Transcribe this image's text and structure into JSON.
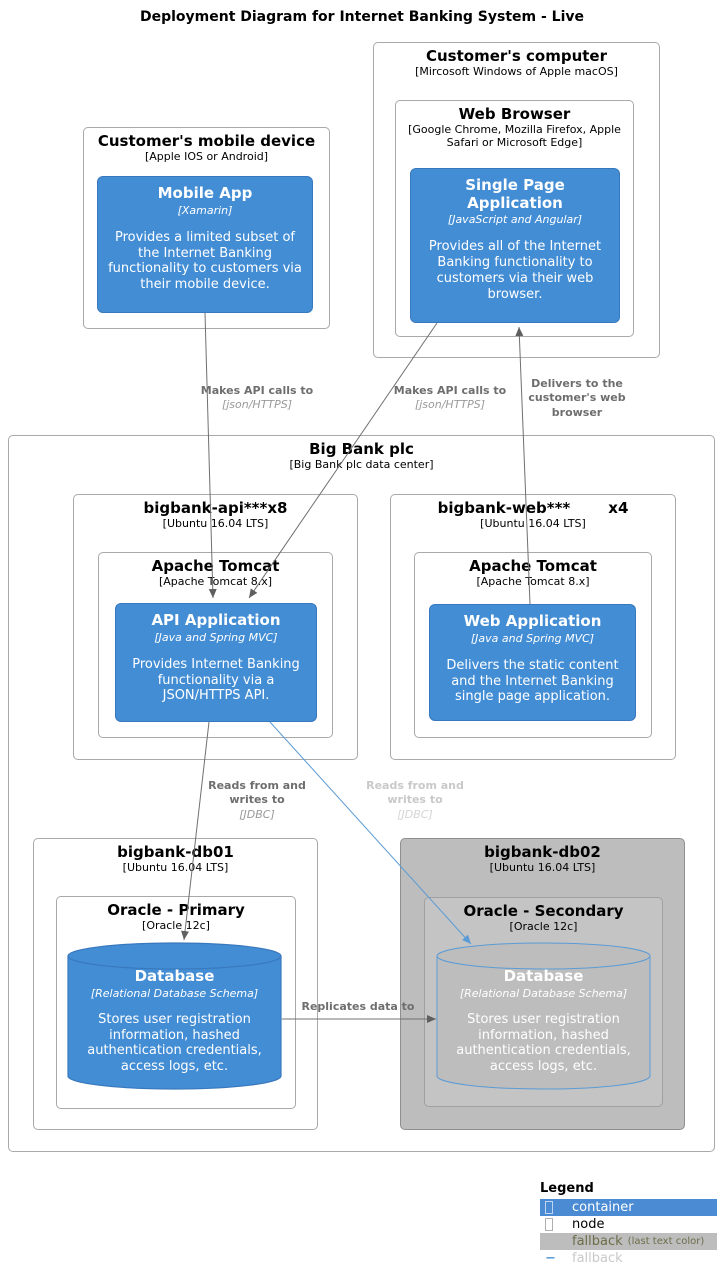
{
  "title": "Deployment Diagram for Internet Banking System - Live",
  "colors": {
    "container_blue": "#438dd5",
    "container_border": "#3878bd",
    "node_gray": "#bdbdbd",
    "line_gray": "#707070",
    "line_blue": "#5b9bd5",
    "faded_text": "#c9c9c9",
    "legend_fallback_text": "#6d6d49"
  },
  "nodes": {
    "customer_computer": {
      "title": "Customer's computer",
      "tech": "[Mircosoft Windows of Apple macOS]"
    },
    "web_browser": {
      "title": "Web Browser",
      "tech": "[Google Chrome, Mozilla Firefox, Apple Safari or Microsoft Edge]"
    },
    "mobile_device": {
      "title": "Customer's mobile device",
      "tech": "[Apple IOS or Android]"
    },
    "big_bank": {
      "title": "Big Bank plc",
      "tech": "[Big Bank plc data center]"
    },
    "api_node": {
      "title": "bigbank-api***x8",
      "tech": "[Ubuntu 16.04 LTS]"
    },
    "api_tomcat": {
      "title": "Apache Tomcat",
      "tech": "[Apache Tomcat 8.x]"
    },
    "web_node": {
      "title": "bigbank-web***",
      "count": "x4",
      "tech": "[Ubuntu 16.04 LTS]"
    },
    "web_tomcat": {
      "title": "Apache Tomcat",
      "tech": "[Apache Tomcat 8.x]"
    },
    "db01_node": {
      "title": "bigbank-db01",
      "tech": "[Ubuntu 16.04 LTS]"
    },
    "oracle_primary": {
      "title": "Oracle - Primary",
      "tech": "[Oracle 12c]"
    },
    "db02_node": {
      "title": "bigbank-db02",
      "tech": "[Ubuntu 16.04 LTS]"
    },
    "oracle_secondary": {
      "title": "Oracle - Secondary",
      "tech": "[Oracle 12c]"
    }
  },
  "containers": {
    "mobile_app": {
      "title": "Mobile App",
      "tech": "[Xamarin]",
      "description": "Provides a limited subset of the Internet Banking functionality to customers via their mobile device."
    },
    "spa": {
      "title": "Single Page Application",
      "tech": "[JavaScript and Angular]",
      "description": "Provides all of the Internet Banking functionality to customers via their web browser."
    },
    "api_app": {
      "title": "API Application",
      "tech": "[Java and Spring MVC]",
      "description": "Provides Internet Banking functionality via a JSON/HTTPS API."
    },
    "web_app": {
      "title": "Web Application",
      "tech": "[Java and Spring MVC]",
      "description": "Delivers the static content and the Internet Banking single page application."
    },
    "db_primary": {
      "title": "Database",
      "tech": "[Relational Database Schema]",
      "description": "Stores user registration information, hashed authentication credentials, access logs, etc."
    },
    "db_secondary": {
      "title": "Database",
      "tech": "[Relational Database Schema]",
      "description": "Stores user registration information, hashed authentication credentials, access logs, etc."
    }
  },
  "relationships": {
    "mobile_to_api": {
      "label": "Makes API calls to",
      "tech": "[json/HTTPS]"
    },
    "spa_to_api": {
      "label": "Makes API calls to",
      "tech": "[json/HTTPS]"
    },
    "web_to_spa": {
      "label": "Delivers to the customer's web browser"
    },
    "api_to_db01": {
      "label": "Reads from and writes to",
      "tech": "[JDBC]"
    },
    "api_to_db02": {
      "label": "Reads from and writes to",
      "tech": "[JDBC]"
    },
    "db01_to_db02": {
      "label": "Replicates data to"
    }
  },
  "legend": {
    "title": "Legend",
    "items": [
      {
        "label": "container"
      },
      {
        "label": "node"
      },
      {
        "label": "fallback",
        "note": "(last text color)"
      },
      {
        "label": "fallback"
      }
    ]
  }
}
